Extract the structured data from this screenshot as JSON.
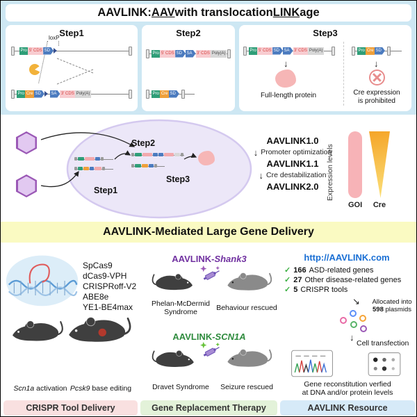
{
  "header": {
    "title_pre": "AAVLINK: ",
    "title_aav": "AAV",
    "title_mid": " with translocation ",
    "title_link": "LINK",
    "title_post": "age"
  },
  "construct_labels": {
    "pro": "Pro",
    "cds5": "5' CDS",
    "cds3": "3' CDS",
    "sd": "SD",
    "sa": "SA",
    "polya": "Poly(A)",
    "cre": "Cre",
    "loxp": "loxP"
  },
  "steps": {
    "step1": "Step1",
    "step2": "Step2",
    "step3": "Step3",
    "full_length_protein": "Full-length protein",
    "cre_prohibited_line1": "Cre expression",
    "cre_prohibited_line2": "is prohibited"
  },
  "versions": {
    "v1": "AAVLINK1.0",
    "t1": "Promoter optimization",
    "v2": "AAVLINK1.1",
    "t2": "Cre destabilization",
    "v3": "AAVLINK2.0",
    "axis_label": "Expression levels",
    "goi": "GOI",
    "cre": "Cre"
  },
  "banner": "AAVLINK-Mediated Large Gene Delivery",
  "crispr_column": {
    "tools": [
      "SpCas9",
      "dCas9-VPH",
      "CRISPRoff-V2",
      "ABE8e",
      "YE1-BE4max"
    ],
    "mouse1_gene": "Scn1a",
    "mouse1_rest": " activation",
    "mouse2_gene": "Pcsk9",
    "mouse2_rest": " base editing",
    "footer": "CRISPR Tool Delivery"
  },
  "gene_column": {
    "title1_pre": "AAVLINK-",
    "title1_gene": "Shank3",
    "disease1_line1": "Phelan-McDermid",
    "disease1_line2": "Syndrome",
    "rescue1": "Behaviour rescued",
    "title2_pre": "AAVLINK-",
    "title2_gene": "SCN1A",
    "disease2": "Dravet Syndrome",
    "rescue2": "Seizure rescued",
    "footer": "Gene Replacement Therapy"
  },
  "resource_column": {
    "url": "http://AAVLINK.com",
    "check": "✓",
    "items": [
      {
        "count": "166",
        "label": "ASD-related genes"
      },
      {
        "count": "27",
        "label": "Other disease-related genes"
      },
      {
        "count": "5",
        "label": "CRISPR tools"
      }
    ],
    "allocated_line1": "Allocated into",
    "allocated_count": "598",
    "allocated_post": " plasmids",
    "transfection": "Cell transfection",
    "verify_line1": "Gene reconstitution verfied",
    "verify_line2": "at DNA and/or protein levels",
    "footer": "AAVLINK Resource"
  },
  "icons": {
    "down_arrow": "↓",
    "down_right_arrow": "↘"
  },
  "colors": {
    "top_background": "#cde7f3",
    "banner_background": "#fafac2",
    "goi_bar_pink": "#f7b3b7",
    "cre_gradient_orange": "#f5a528",
    "promoter_green": "#2f9e78",
    "cds_pink": "#f8ccd0",
    "splice_blue": "#4b7bbf",
    "cre_orange": "#efa03a",
    "shank3_purple": "#7030a0",
    "scn1a_green": "#2e8b3d",
    "url_blue": "#1a6fd4",
    "footer_crispr": "#f9e0e0",
    "footer_gene": "#e3f2d9",
    "footer_resource": "#d6eaf8"
  }
}
